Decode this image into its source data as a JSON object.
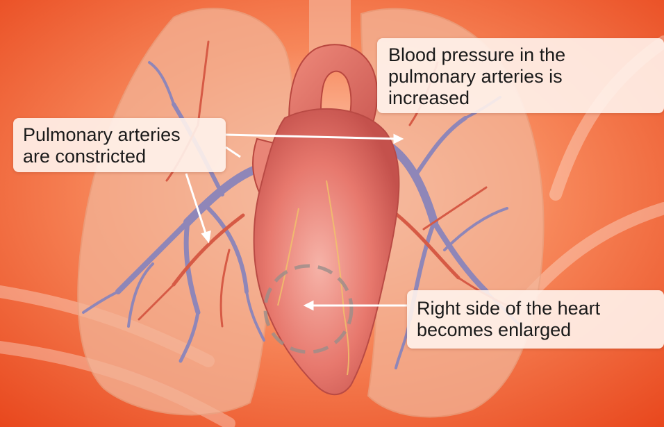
{
  "labels": {
    "pressure": "Blood pressure in the\npulmonary arteries is\nincreased",
    "constricted": "Pulmonary arteries\nare constricted",
    "enlarged": "Right side of the heart\nbecomes enlarged"
  },
  "colors": {
    "background": "#ef5a2a",
    "lung": "#f3b497",
    "heart": "#e8736a",
    "artery_blue": "#8f86b8",
    "artery_red": "#d65a45",
    "pointer": "#ffffff"
  }
}
